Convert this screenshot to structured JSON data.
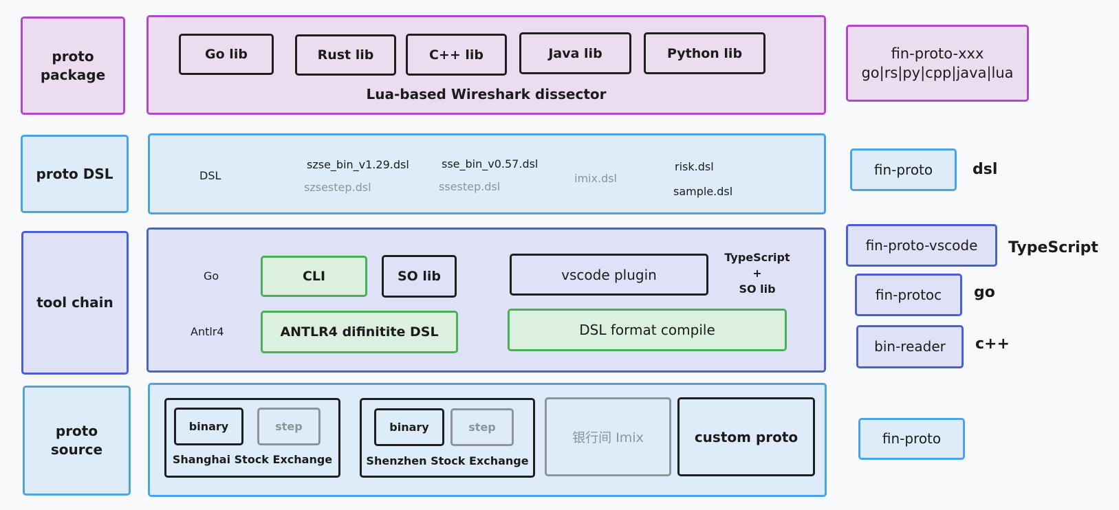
{
  "rows": {
    "package": {
      "label": "proto\npackage",
      "libs": [
        "Go lib",
        "Rust lib",
        "C++ lib",
        "Java lib",
        "Python lib"
      ],
      "caption": "Lua-based Wireshark dissector",
      "repo": "fin-proto-xxx\ngo|rs|py|cpp|java|lua"
    },
    "dsl": {
      "label": "proto DSL",
      "tag": "DSL",
      "files": {
        "szse_bin": "szse_bin_v1.29.dsl",
        "szsestep": "szsestep.dsl",
        "sse_bin": "sse_bin_v0.57.dsl",
        "ssestep": "ssestep.dsl",
        "imix": "imix.dsl",
        "risk": "risk.dsl",
        "sample": "sample.dsl"
      },
      "repo": "fin-proto",
      "lang": "dsl"
    },
    "toolchain": {
      "label": "tool chain",
      "go_tag": "Go",
      "antlr_tag": "Antlr4",
      "cli": "CLI",
      "so_lib": "SO lib",
      "vscode_plugin": "vscode plugin",
      "ts_note": "TypeScript\n+\nSO lib",
      "antlr_box": "ANTLR4 difinitite DSL",
      "dsl_compile": "DSL format compile",
      "repos": [
        {
          "name": "fin-proto-vscode",
          "lang": "TypeScript"
        },
        {
          "name": "fin-protoc",
          "lang": "go"
        },
        {
          "name": "bin-reader",
          "lang": "c++"
        }
      ]
    },
    "source": {
      "label": "proto\nsource",
      "sh": {
        "binary": "binary",
        "step": "step",
        "name": "Shanghai Stock Exchange"
      },
      "sz": {
        "binary": "binary",
        "step": "step",
        "name": "Shenzhen Stock Exchange"
      },
      "imix": "银行间 Imix",
      "custom": "custom proto",
      "repo": "fin-proto"
    }
  },
  "colors": {
    "purple": "#b347c9",
    "blue": "#4aa3e6",
    "indigo": "#4a5fd6",
    "green": "#47b058",
    "black": "#1e1e1e",
    "grey": "#8d9398"
  }
}
